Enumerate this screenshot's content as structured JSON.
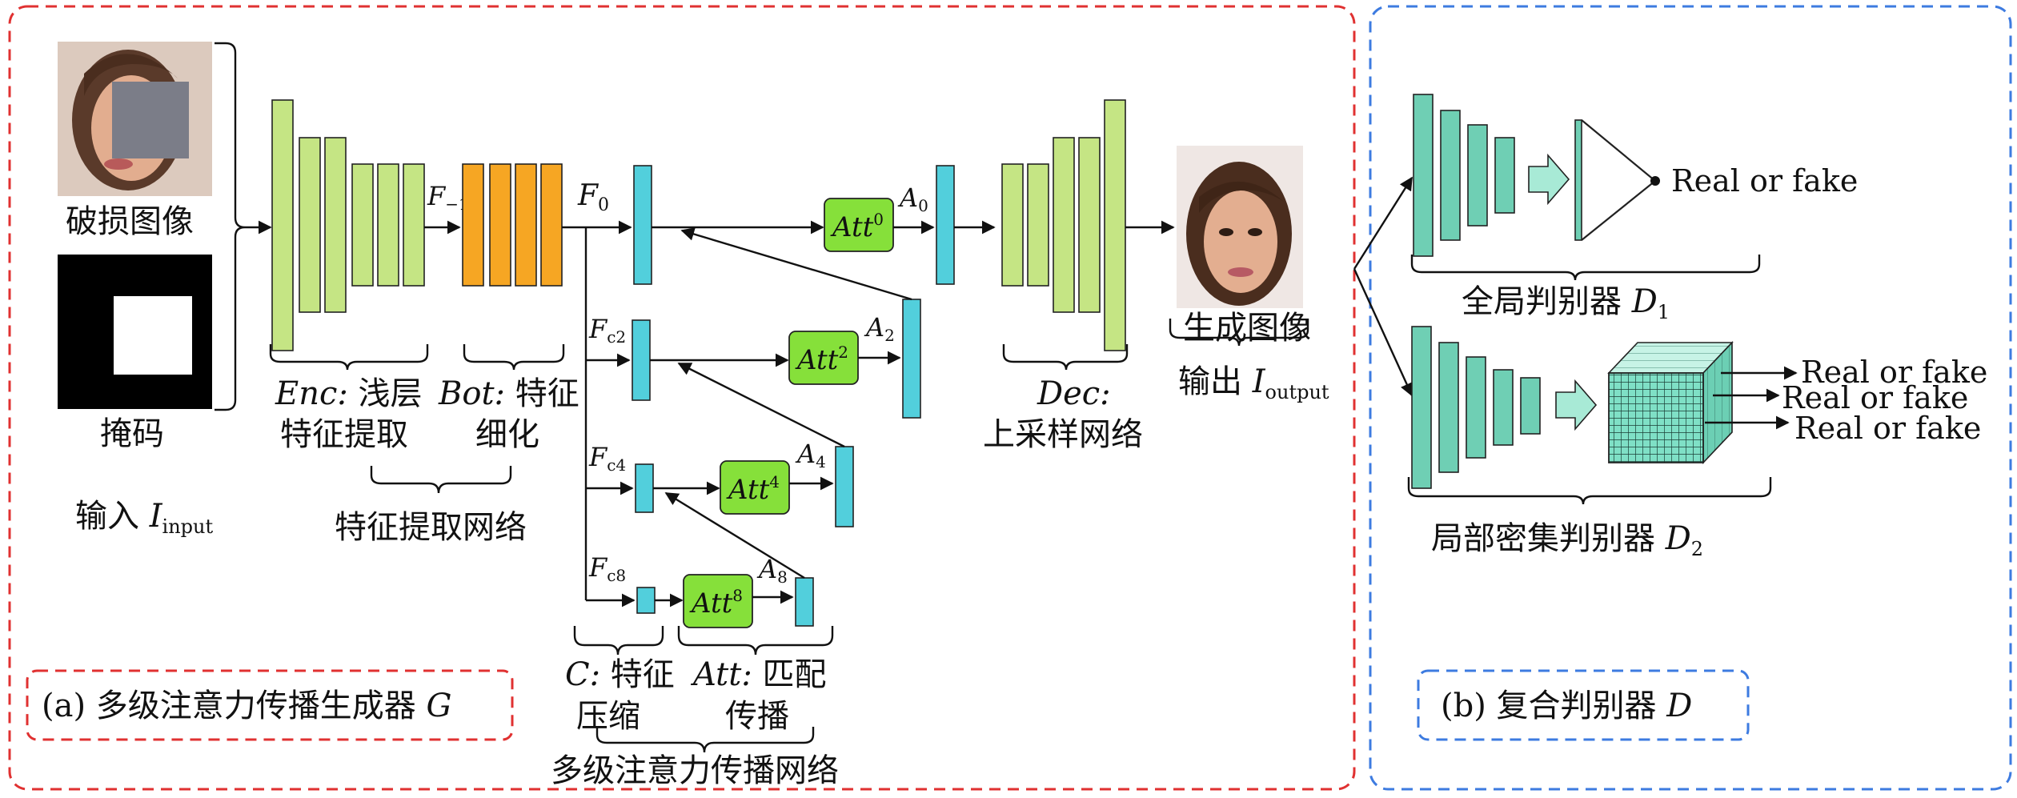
{
  "colors": {
    "encoder": "#c5e584",
    "bottleneck": "#f6a623",
    "cyan": "#52cfdc",
    "att": "#86e03a",
    "disc": "#6fcfb4",
    "disc_arrow": "#a8ead6",
    "cube": "#a8ead6",
    "frame_red": "#e03131",
    "frame_blue": "#3d7be0"
  },
  "generator": {
    "caption": "(a) 多级注意力传播生成器 ",
    "caption_sym": "G",
    "input_images": {
      "damaged": "破损图像",
      "mask": "掩码",
      "input_prefix": "输入 ",
      "input_sym": "I",
      "input_sub": "input"
    },
    "enc": {
      "sym": "Enc:",
      "label1": " 浅层",
      "label2": "特征提取"
    },
    "bot": {
      "sym": "Bot:",
      "label1": " 特征",
      "label2": "细化"
    },
    "feature_net": "特征提取网络",
    "f_minus1": {
      "sym": "F",
      "sub": "−1"
    },
    "f0": {
      "sym": "F",
      "sub": "0"
    },
    "fc2": {
      "sym": "F",
      "sub": "c2"
    },
    "fc4": {
      "sym": "F",
      "sub": "c4"
    },
    "fc8": {
      "sym": "F",
      "sub": "c8"
    },
    "att_blocks": [
      {
        "label": "Att",
        "sup": "0",
        "a_sym": "A",
        "a_sub": "0"
      },
      {
        "label": "Att",
        "sup": "2",
        "a_sym": "A",
        "a_sub": "2"
      },
      {
        "label": "Att",
        "sup": "4",
        "a_sym": "A",
        "a_sub": "4"
      },
      {
        "label": "Att",
        "sup": "8",
        "a_sym": "A",
        "a_sub": "8"
      }
    ],
    "c_label": {
      "sym": "C:",
      "label1": " 特征",
      "label2": "压缩"
    },
    "att_label": {
      "sym": "Att:",
      "label1": " 匹配",
      "label2": "传播"
    },
    "multi_net": "多级注意力传播网络",
    "dec": {
      "sym": "Dec:",
      "label": "上采样网络"
    },
    "output": {
      "gen_label": "生成图像",
      "prefix": "输出 ",
      "sym": "I",
      "sub": "output"
    }
  },
  "discriminator": {
    "caption": "(b) 复合判别器 ",
    "caption_sym": "D",
    "global": {
      "label": "全局判别器 ",
      "sym": "D",
      "sub": "1",
      "result": "Real or fake"
    },
    "local": {
      "label": "局部密集判别器 ",
      "sym": "D",
      "sub": "2",
      "results": [
        "Real or fake",
        "Real or fake",
        "Real or fake"
      ]
    }
  }
}
